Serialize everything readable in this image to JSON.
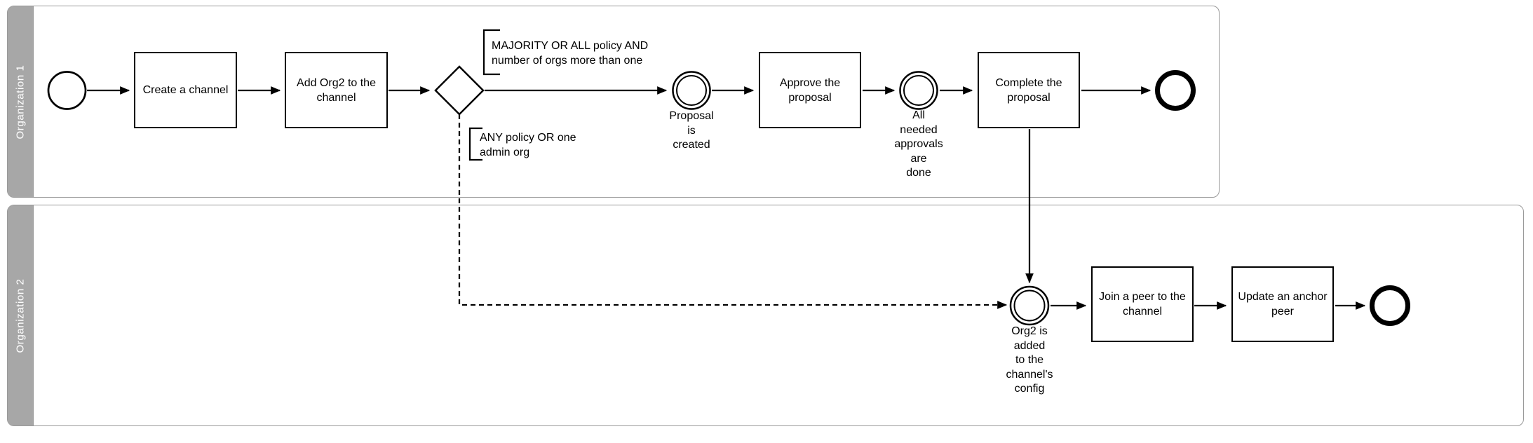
{
  "lanes": {
    "lane1": {
      "label": "Organization 1"
    },
    "lane2": {
      "label": "Organization 2"
    }
  },
  "tasks": {
    "create_channel": "Create a channel",
    "add_org2": "Add Org2 to the\nchannel",
    "approve_proposal": "Approve the\nproposal",
    "complete_proposal": "Complete the\nproposal",
    "join_peer": "Join a peer to the\nchannel",
    "update_anchor": "Update an anchor\npeer"
  },
  "events": {
    "proposal_created": "Proposal\nis\ncreated",
    "approvals_done": "All\nneeded\napprovals\nare\ndone",
    "org2_added": "Org2 is\nadded\nto the\nchannel's\nconfig"
  },
  "annotations": {
    "majority_policy": "MAJORITY OR ALL policy AND\nnumber of orgs more than one",
    "any_policy": "ANY policy OR one\nadmin org"
  },
  "colors": {
    "lane_header": "#a7a7a7",
    "lane_border": "#999999",
    "shape_stroke": "#000000",
    "background": "#ffffff"
  }
}
